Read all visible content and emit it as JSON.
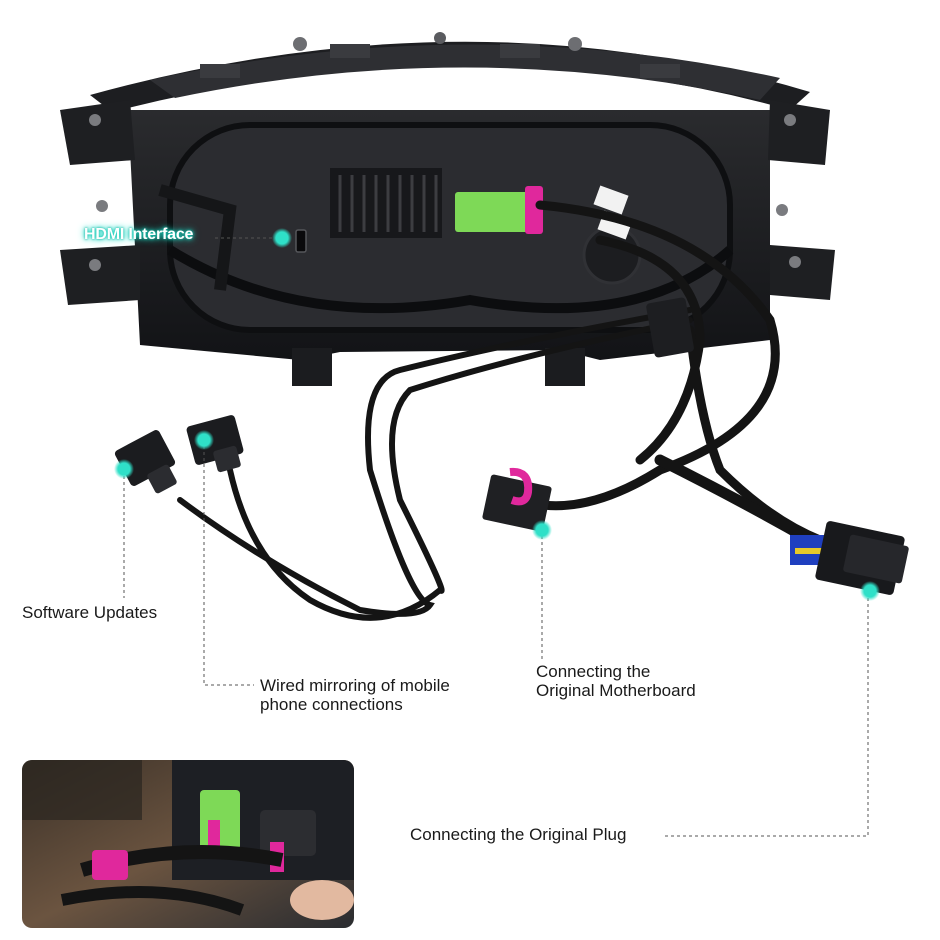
{
  "colors": {
    "accent": "#2fe0c8",
    "dashed_line": "#555555",
    "label_text": "#1a1a1a",
    "connector_green": "#7ed957",
    "connector_pink": "#e0289c"
  },
  "callouts": {
    "hdmi": "HDMI Interface",
    "software_updates": "Software Updates",
    "wired_mirroring_line1": "Wired mirroring of mobile",
    "wired_mirroring_line2": "phone connections",
    "motherboard_line1": "Connecting the",
    "motherboard_line2": "Original Motherboard",
    "original_plug": "Connecting the Original Plug"
  },
  "inset_photo": {
    "description_icon": "installation-photo"
  }
}
